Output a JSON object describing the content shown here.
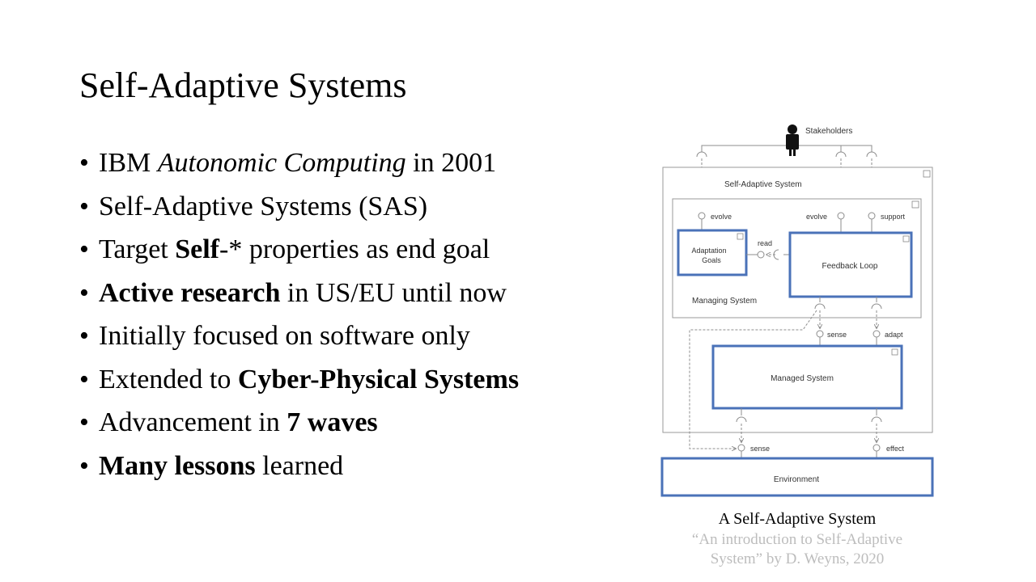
{
  "slide": {
    "title": "Self-Adaptive Systems",
    "bullets": [
      {
        "parts": [
          {
            "t": "IBM ",
            "s": "n"
          },
          {
            "t": "Autonomic Computing",
            "s": "i"
          },
          {
            "t": " in 2001",
            "s": "n"
          }
        ]
      },
      {
        "parts": [
          {
            "t": "Self-Adaptive Systems (SAS)",
            "s": "n"
          }
        ]
      },
      {
        "parts": [
          {
            "t": "Target ",
            "s": "n"
          },
          {
            "t": "Self",
            "s": "b"
          },
          {
            "t": "-* properties as end goal",
            "s": "n"
          }
        ]
      },
      {
        "parts": [
          {
            "t": "Active research",
            "s": "b"
          },
          {
            "t": " in US/EU until now",
            "s": "n"
          }
        ]
      },
      {
        "parts": [
          {
            "t": "Initially focused on software only",
            "s": "n"
          }
        ]
      },
      {
        "parts": [
          {
            "t": "Extended to ",
            "s": "n"
          },
          {
            "t": "Cyber-Physical Systems",
            "s": "b"
          }
        ]
      },
      {
        "parts": [
          {
            "t": "Advancement in ",
            "s": "n"
          },
          {
            "t": "7 waves",
            "s": "b"
          }
        ]
      },
      {
        "parts": [
          {
            "t": "Many lessons",
            "s": "b"
          },
          {
            "t": " learned",
            "s": "n"
          }
        ]
      }
    ],
    "bullet_char": "•"
  },
  "diagram": {
    "stakeholders": "Stakeholders",
    "sas": "Self-Adaptive System",
    "evolve_left": "evolve",
    "evolve_right": "evolve",
    "support": "support",
    "adaptation_goals_line1": "Adaptation",
    "adaptation_goals_line2": "Goals",
    "read": "read",
    "feedback_loop": "Feedback Loop",
    "managing_system": "Managing System",
    "sense_inner": "sense",
    "adapt": "adapt",
    "managed_system": "Managed System",
    "sense_outer": "sense",
    "effect": "effect",
    "environment": "Environment",
    "highlight_color": "#4a72b8",
    "line_color": "#8c8c8c"
  },
  "caption": {
    "line1": "A Self-Adaptive System",
    "line2": "“An introduction to Self-Adaptive",
    "line3": "System” by D. Weyns, 2020"
  }
}
